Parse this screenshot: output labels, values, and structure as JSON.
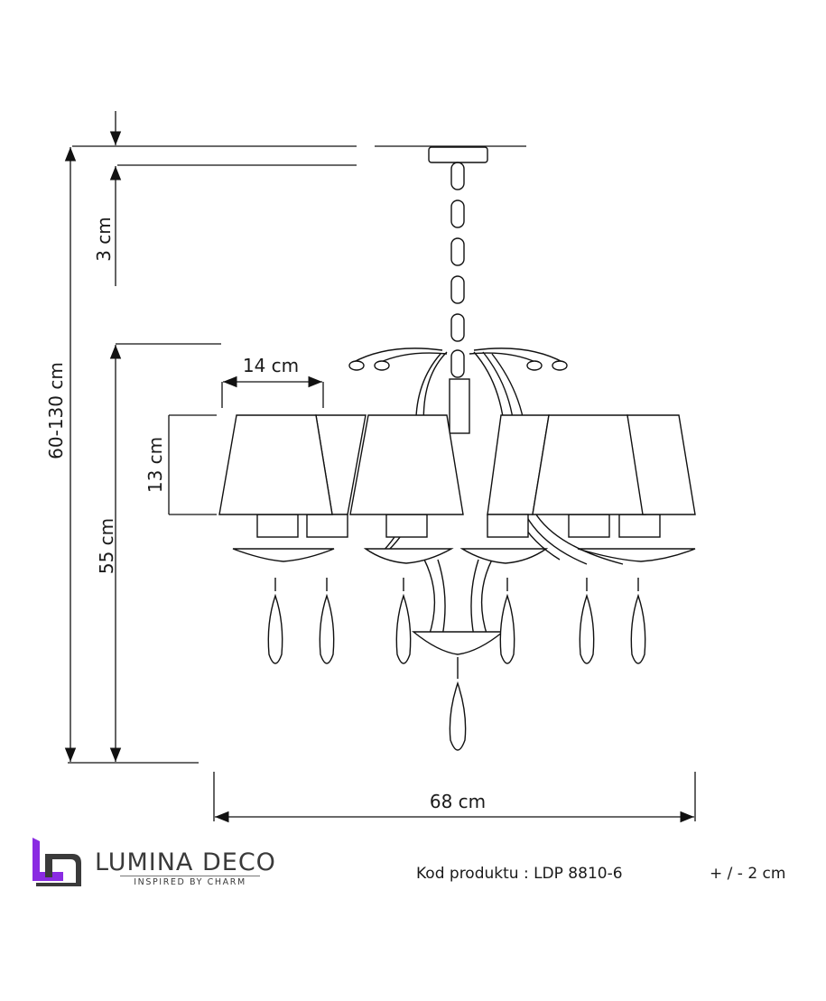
{
  "dimensions": {
    "canopy_height": "3 cm",
    "total_height": "60-130 cm",
    "body_height": "55 cm",
    "shade_height": "13 cm",
    "shade_width": "14 cm",
    "total_width": "68 cm"
  },
  "brand": {
    "name": "LUMINA DECO",
    "tagline": "INSPIRED BY CHARM",
    "logo_colors": [
      "#8a2be2",
      "#3a3a3a"
    ]
  },
  "product": {
    "code_label": "Kod produktu : LDP 8810-6",
    "tolerance": "+ / - 2 cm"
  }
}
